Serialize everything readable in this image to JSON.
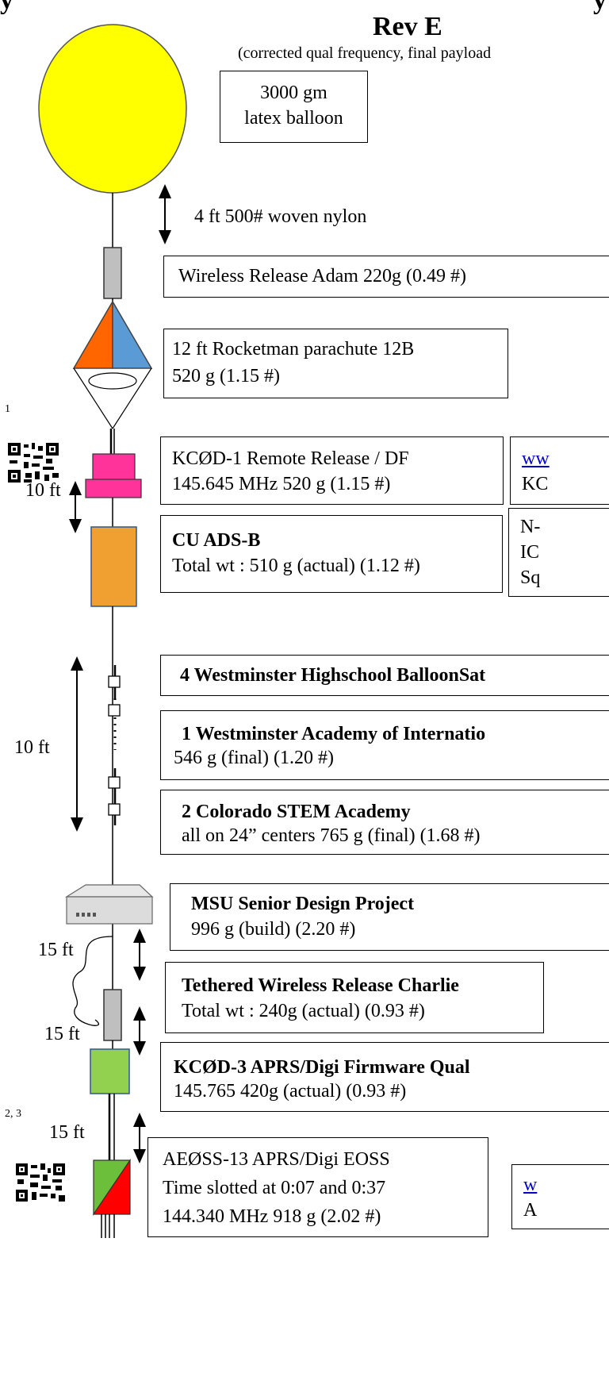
{
  "header": {
    "title_fragment": "y",
    "title_right_fragment": "y",
    "revision": "Rev E",
    "subtitle": "(corrected qual frequency, final payload"
  },
  "balloon": {
    "label_line1": "3000 gm",
    "label_line2": "latex balloon",
    "color": "#ffff00"
  },
  "tether_top": {
    "label": "4 ft 500# woven nylon"
  },
  "release_adam": {
    "label": "Wireless Release Adam 220g (0.49 #)"
  },
  "parachute": {
    "line1": "12 ft Rocketman parachute  12B",
    "line2": "520 g (1.15 #)",
    "colors": [
      "#ff6600",
      "#5b9bd5"
    ]
  },
  "footnote_1": "1",
  "remote_release": {
    "line1": "KCØD-1 Remote Release  / DF",
    "line2": "145.645 MHz 520 g (1.15 #)",
    "link_fragment": "ww",
    "side_fragment": "KC",
    "color": "#ff3399"
  },
  "gap_10ft_a": "10 ft",
  "ads_b": {
    "line1": "CU ADS-B",
    "line2": "Total wt :  510 g (actual) (1.12 #)",
    "side_line1": "N-",
    "side_line2": "IC",
    "side_line3": "Sq",
    "color": "#f0a030"
  },
  "string_group": {
    "gap_label": "10 ft"
  },
  "westminster_hs": {
    "label": "4 Westminster Highschool BalloonSat"
  },
  "westminster_academy": {
    "line1": "1 Westminster Academy of Internatio",
    "line2": "546 g (final) (1.20 #)"
  },
  "stem_academy": {
    "line1": "2 Colorado STEM Academy",
    "line2": "all on 24” centers  765 g (final) (1.68 #)"
  },
  "msu": {
    "line1": "MSU Senior Design Project",
    "line2": " 996 g (build) (2.20 #)"
  },
  "gap_15ft_a": "15 ft",
  "release_charlie": {
    "line1": "Tethered Wireless Release Charlie",
    "line2": "Total wt :  240g (actual) (0.93 #)"
  },
  "gap_15ft_b": "15 ft",
  "kc0d3": {
    "line1": "KCØD-3 APRS/Digi Firmware Qual",
    "line2": "145.765  420g (actual) (0.93 #)",
    "color": "#92d050"
  },
  "footnote_23": "2, 3",
  "gap_15ft_c": "15 ft",
  "ae0ss": {
    "line1": "AEØSS-13 APRS/Digi  EOSS",
    "line2": "Time slotted at 0:07 and 0:37",
    "line3": "144.340 MHz   918 g (2.02 #)",
    "link_fragment": "w",
    "side_fragment": "A",
    "colors": [
      "#6bbf3a",
      "#ff0000"
    ]
  },
  "icons": [
    "qr-code-icon",
    "qr-code-icon",
    "double-arrow-icon"
  ]
}
